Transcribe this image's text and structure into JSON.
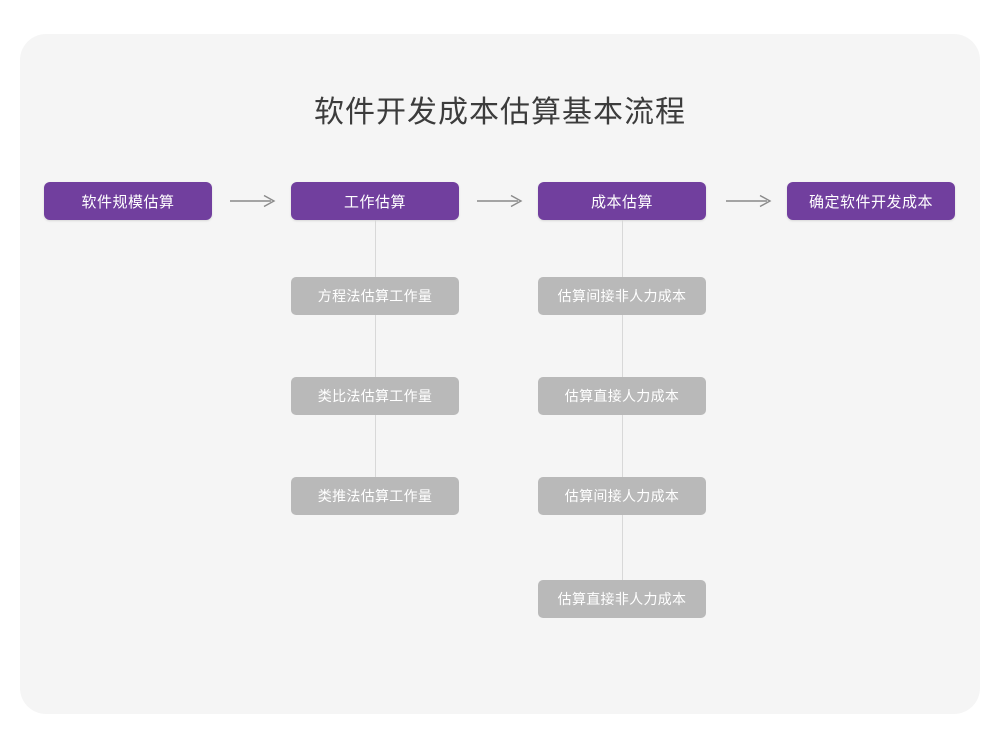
{
  "page": {
    "title": "软件开发成本估算基本流程",
    "background_color": "#ffffff",
    "card_color": "#f5f5f5"
  },
  "theme": {
    "primary_color": "#713f9e",
    "secondary_color": "#b9b9b9",
    "line_color": "#d8d8d8",
    "arrow_color": "#8a8a8a",
    "title_color": "#3c3c3c",
    "node_text_color": "#ffffff"
  },
  "flow": {
    "stages": [
      {
        "id": "stage-1",
        "label": "软件规模估算",
        "substeps": []
      },
      {
        "id": "stage-2",
        "label": "工作估算",
        "substeps": [
          "方程法估算工作量",
          "类比法估算工作量",
          "类推法估算工作量"
        ]
      },
      {
        "id": "stage-3",
        "label": "成本估算",
        "substeps": [
          "估算间接非人力成本",
          "估算直接人力成本",
          "估算间接人力成本",
          "估算直接非人力成本"
        ]
      },
      {
        "id": "stage-4",
        "label": "确定软件开发成本",
        "substeps": []
      }
    ],
    "connectors": [
      {
        "id": "arrow-1",
        "from": "stage-1",
        "to": "stage-2",
        "glyph": "right-arrow"
      },
      {
        "id": "arrow-2",
        "from": "stage-2",
        "to": "stage-3",
        "glyph": "right-arrow"
      },
      {
        "id": "arrow-3",
        "from": "stage-3",
        "to": "stage-4",
        "glyph": "right-arrow"
      }
    ]
  }
}
